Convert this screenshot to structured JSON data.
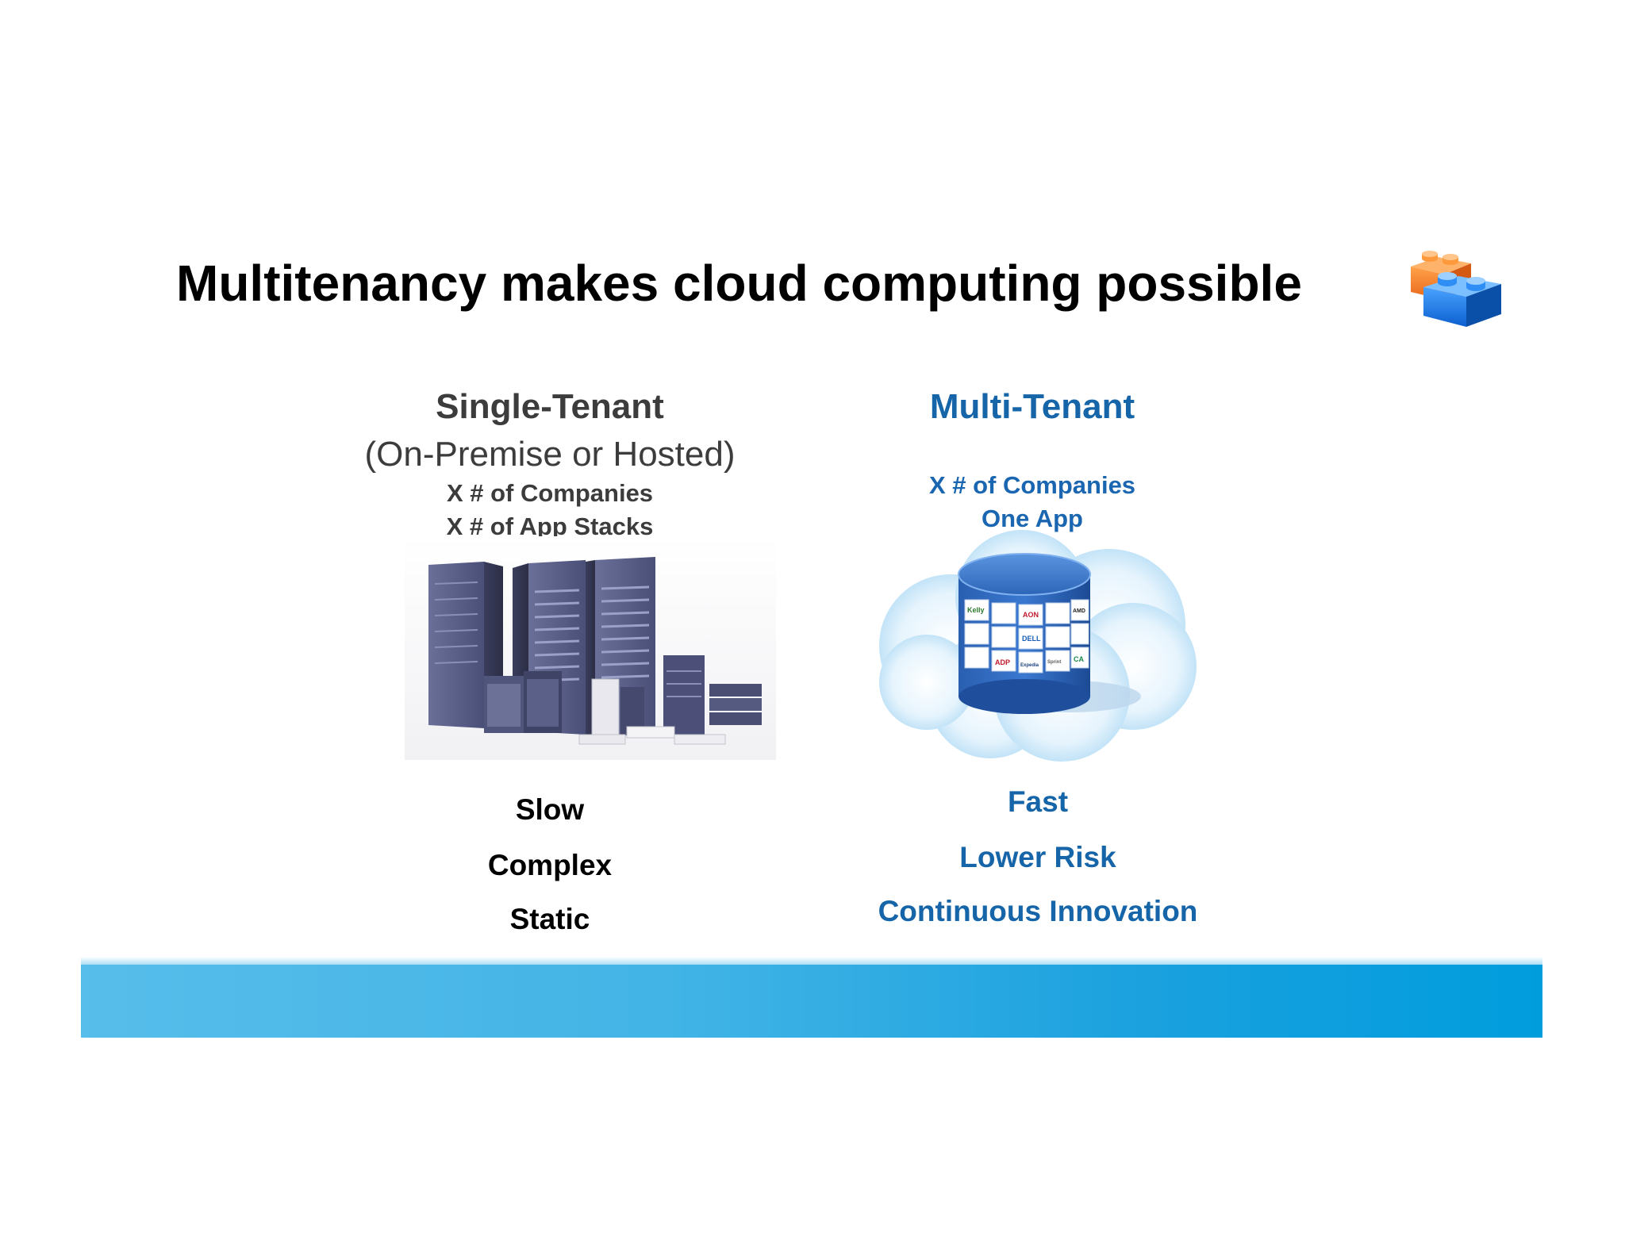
{
  "slide": {
    "title": "Multitenancy makes cloud computing possible"
  },
  "single_tenant": {
    "heading": "Single-Tenant",
    "subheading": "(On-Premise or Hosted)",
    "companies": "X # of Companies",
    "stacks": "X # of App Stacks",
    "traits": [
      "Slow",
      "Complex",
      "Static"
    ]
  },
  "multi_tenant": {
    "heading": "Multi-Tenant",
    "companies": "X # of Companies",
    "app": "One App",
    "traits": [
      "Fast",
      "Lower Risk",
      "Continuous Innovation"
    ]
  },
  "cloud_logos": [
    "Kelly",
    "AON",
    "DELL",
    "ADP",
    "Expedia",
    "CA",
    "AMD",
    "Sprint"
  ],
  "colors": {
    "title": "#000000",
    "single_text": "#3c3c3c",
    "multi_text": "#1565a8",
    "band_start": "#57bdea",
    "band_end": "#009ddd"
  },
  "icons": {
    "logo": "lego-bricks-icon",
    "servers": "server-racks-image",
    "cloud": "cloud-database-image"
  }
}
